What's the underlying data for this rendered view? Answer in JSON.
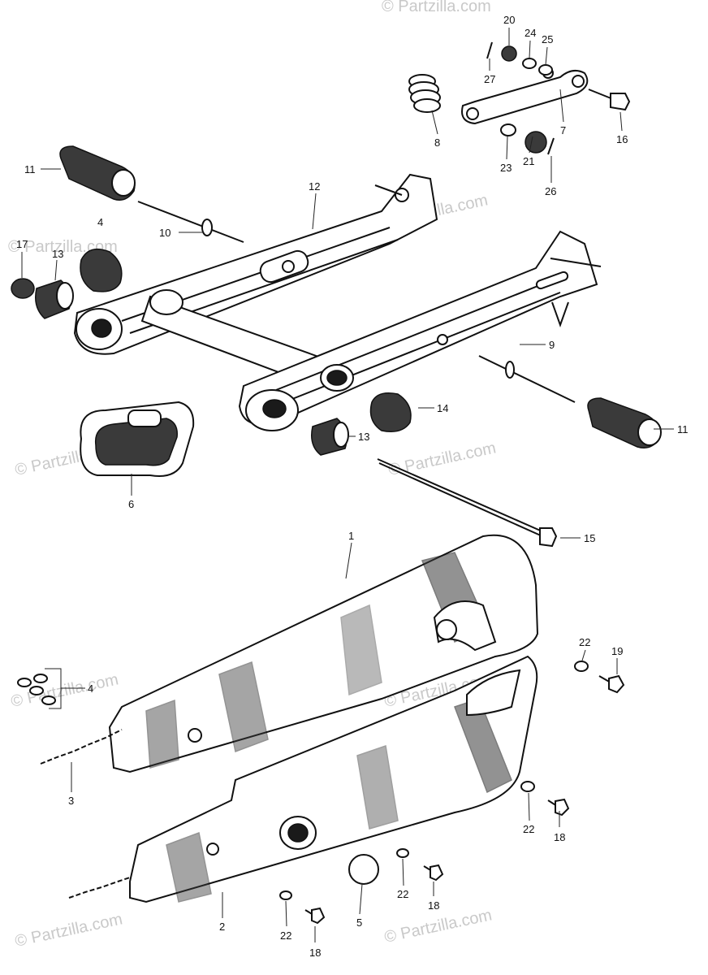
{
  "watermark": {
    "text": "© Partzilla.com"
  },
  "callouts": {
    "c1": "1",
    "c2": "2",
    "c3": "3",
    "c4a": "4",
    "c4b": "4",
    "c5": "5",
    "c6": "6",
    "c7": "7",
    "c8": "8",
    "c9": "9",
    "c10": "10",
    "c11a": "11",
    "c11b": "11",
    "c12": "12",
    "c13a": "13",
    "c13b": "13",
    "c14": "14",
    "c15": "15",
    "c16": "16",
    "c17": "17",
    "c18a": "18",
    "c18b": "18",
    "c18c": "18",
    "c19": "19",
    "c20": "20",
    "c21": "21",
    "c22a": "22",
    "c22b": "22",
    "c22c": "22",
    "c22d": "22",
    "c23": "23",
    "c24": "24",
    "c25": "25",
    "c26": "26",
    "c27": "27"
  }
}
